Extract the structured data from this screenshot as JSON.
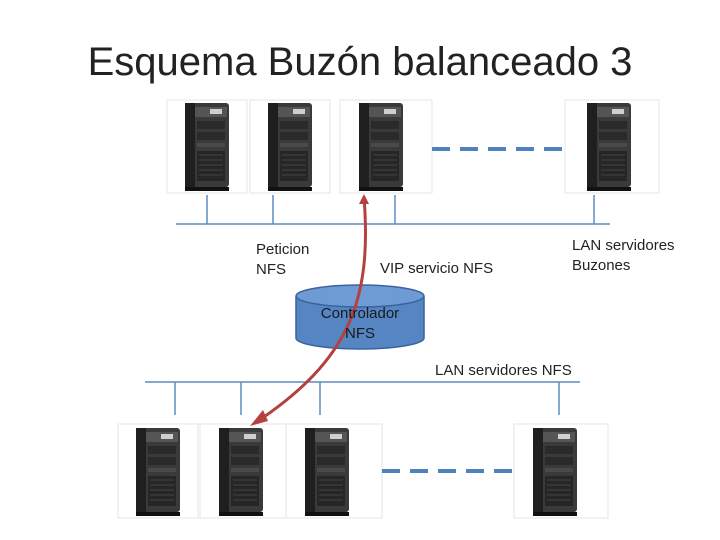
{
  "title": "Esquema Buzón balanceado 3",
  "labels": {
    "peticion": "Peticion\nNFS",
    "vip": "VIP servicio NFS",
    "lan_buzones": "LAN servidores\nBuzones",
    "lan_nfs": "LAN servidores NFS",
    "controlador": "Controlador\nNFS"
  },
  "colors": {
    "lan_line": "#5b8cc4",
    "dashed_link": "#4f81bd",
    "arrow": "#b5413f",
    "cylinder_fill": "#5585c2",
    "cylinder_stroke": "#3a64a0"
  }
}
